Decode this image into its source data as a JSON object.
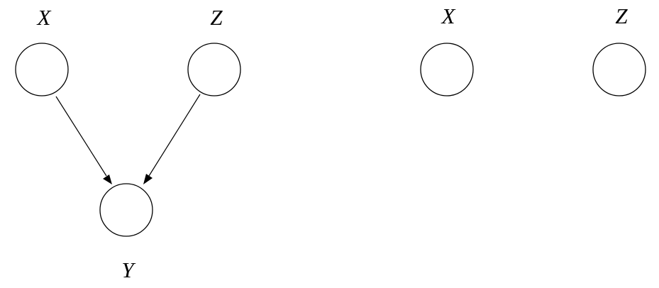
{
  "left_graph": {
    "nodes": [
      {
        "id": "X",
        "label": "X"
      },
      {
        "id": "Z",
        "label": "Z"
      },
      {
        "id": "Y",
        "label": "Y"
      }
    ],
    "edges": [
      {
        "from": "X",
        "to": "Y"
      },
      {
        "from": "Z",
        "to": "Y"
      }
    ]
  },
  "right_graph": {
    "nodes": [
      {
        "id": "X",
        "label": "X"
      },
      {
        "id": "Z",
        "label": "Z"
      }
    ],
    "edges": []
  },
  "colors": {
    "stroke": "#000000",
    "background": "#ffffff"
  }
}
